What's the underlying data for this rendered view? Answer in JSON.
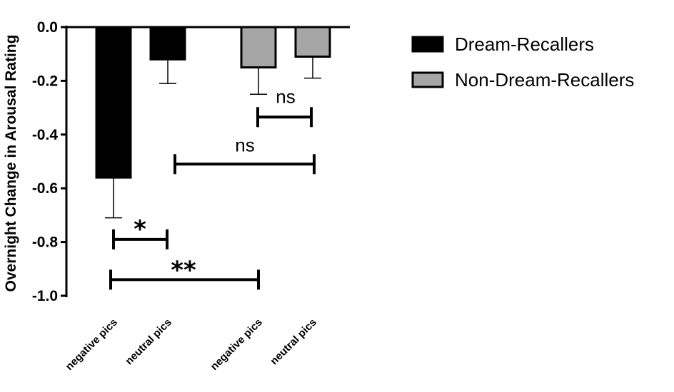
{
  "chart_data": {
    "type": "bar",
    "ylabel": "Overnight Change in Arousal Rating",
    "xlabel": "",
    "ylim": [
      -1.0,
      0.0
    ],
    "yticks": [
      "0.0",
      "-0.2",
      "-0.4",
      "-0.6",
      "-0.8",
      "-1.0"
    ],
    "ytick_values": [
      0.0,
      -0.2,
      -0.4,
      -0.6,
      -0.8,
      -1.0
    ],
    "categories": [
      "negative pics",
      "neutral pics",
      "negative pics",
      "neutral pics"
    ],
    "bars": [
      {
        "category": "negative pics",
        "group": "Dream-Recallers",
        "value": -0.56,
        "error": 0.15
      },
      {
        "category": "neutral pics",
        "group": "Dream-Recallers",
        "value": -0.12,
        "error": 0.09
      },
      {
        "category": "negative pics",
        "group": "Non-Dream-Recallers",
        "value": -0.15,
        "error": 0.1
      },
      {
        "category": "neutral pics",
        "group": "Non-Dream-Recallers",
        "value": -0.11,
        "error": 0.08
      }
    ],
    "series": [
      {
        "name": "Dream-Recallers",
        "color": "#000000"
      },
      {
        "name": "Non-Dream-Recallers",
        "color": "#a6a6a6"
      }
    ],
    "significance": [
      {
        "from": 2,
        "to": 3,
        "label": "ns",
        "y": -0.335
      },
      {
        "from": 1,
        "to": 3,
        "label": "ns",
        "y": -0.51
      },
      {
        "from": 0,
        "to": 1,
        "label": "*",
        "y": -0.79
      },
      {
        "from": 0,
        "to": 2,
        "label": "**",
        "y": -0.94
      }
    ],
    "legend_position": "top-right",
    "grid": false
  }
}
